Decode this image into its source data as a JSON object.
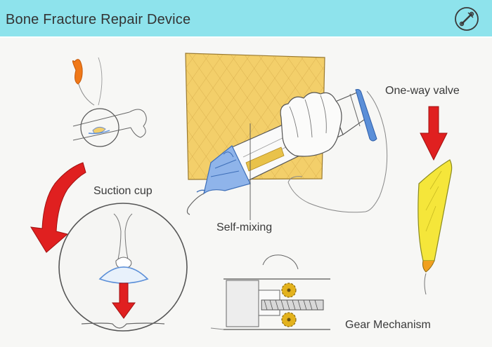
{
  "header": {
    "title": "Bone Fracture Repair Device",
    "logo_icon": "bone-tool-icon"
  },
  "labels": {
    "suction_cup": "Suction cup",
    "self_mixing": "Self-mixing",
    "one_way_valve": "One-way valve",
    "gear_mechanism": "Gear Mechanism"
  },
  "colors": {
    "header_bg": "#8ee3ec",
    "arrow_red": "#e02020",
    "cement_yellow": "#f3cf6a",
    "nozzle_blue": "#5b8fd8",
    "valve_yellow": "#f5e63a",
    "drop_orange": "#f07818",
    "gear_gold": "#e3b21c"
  }
}
